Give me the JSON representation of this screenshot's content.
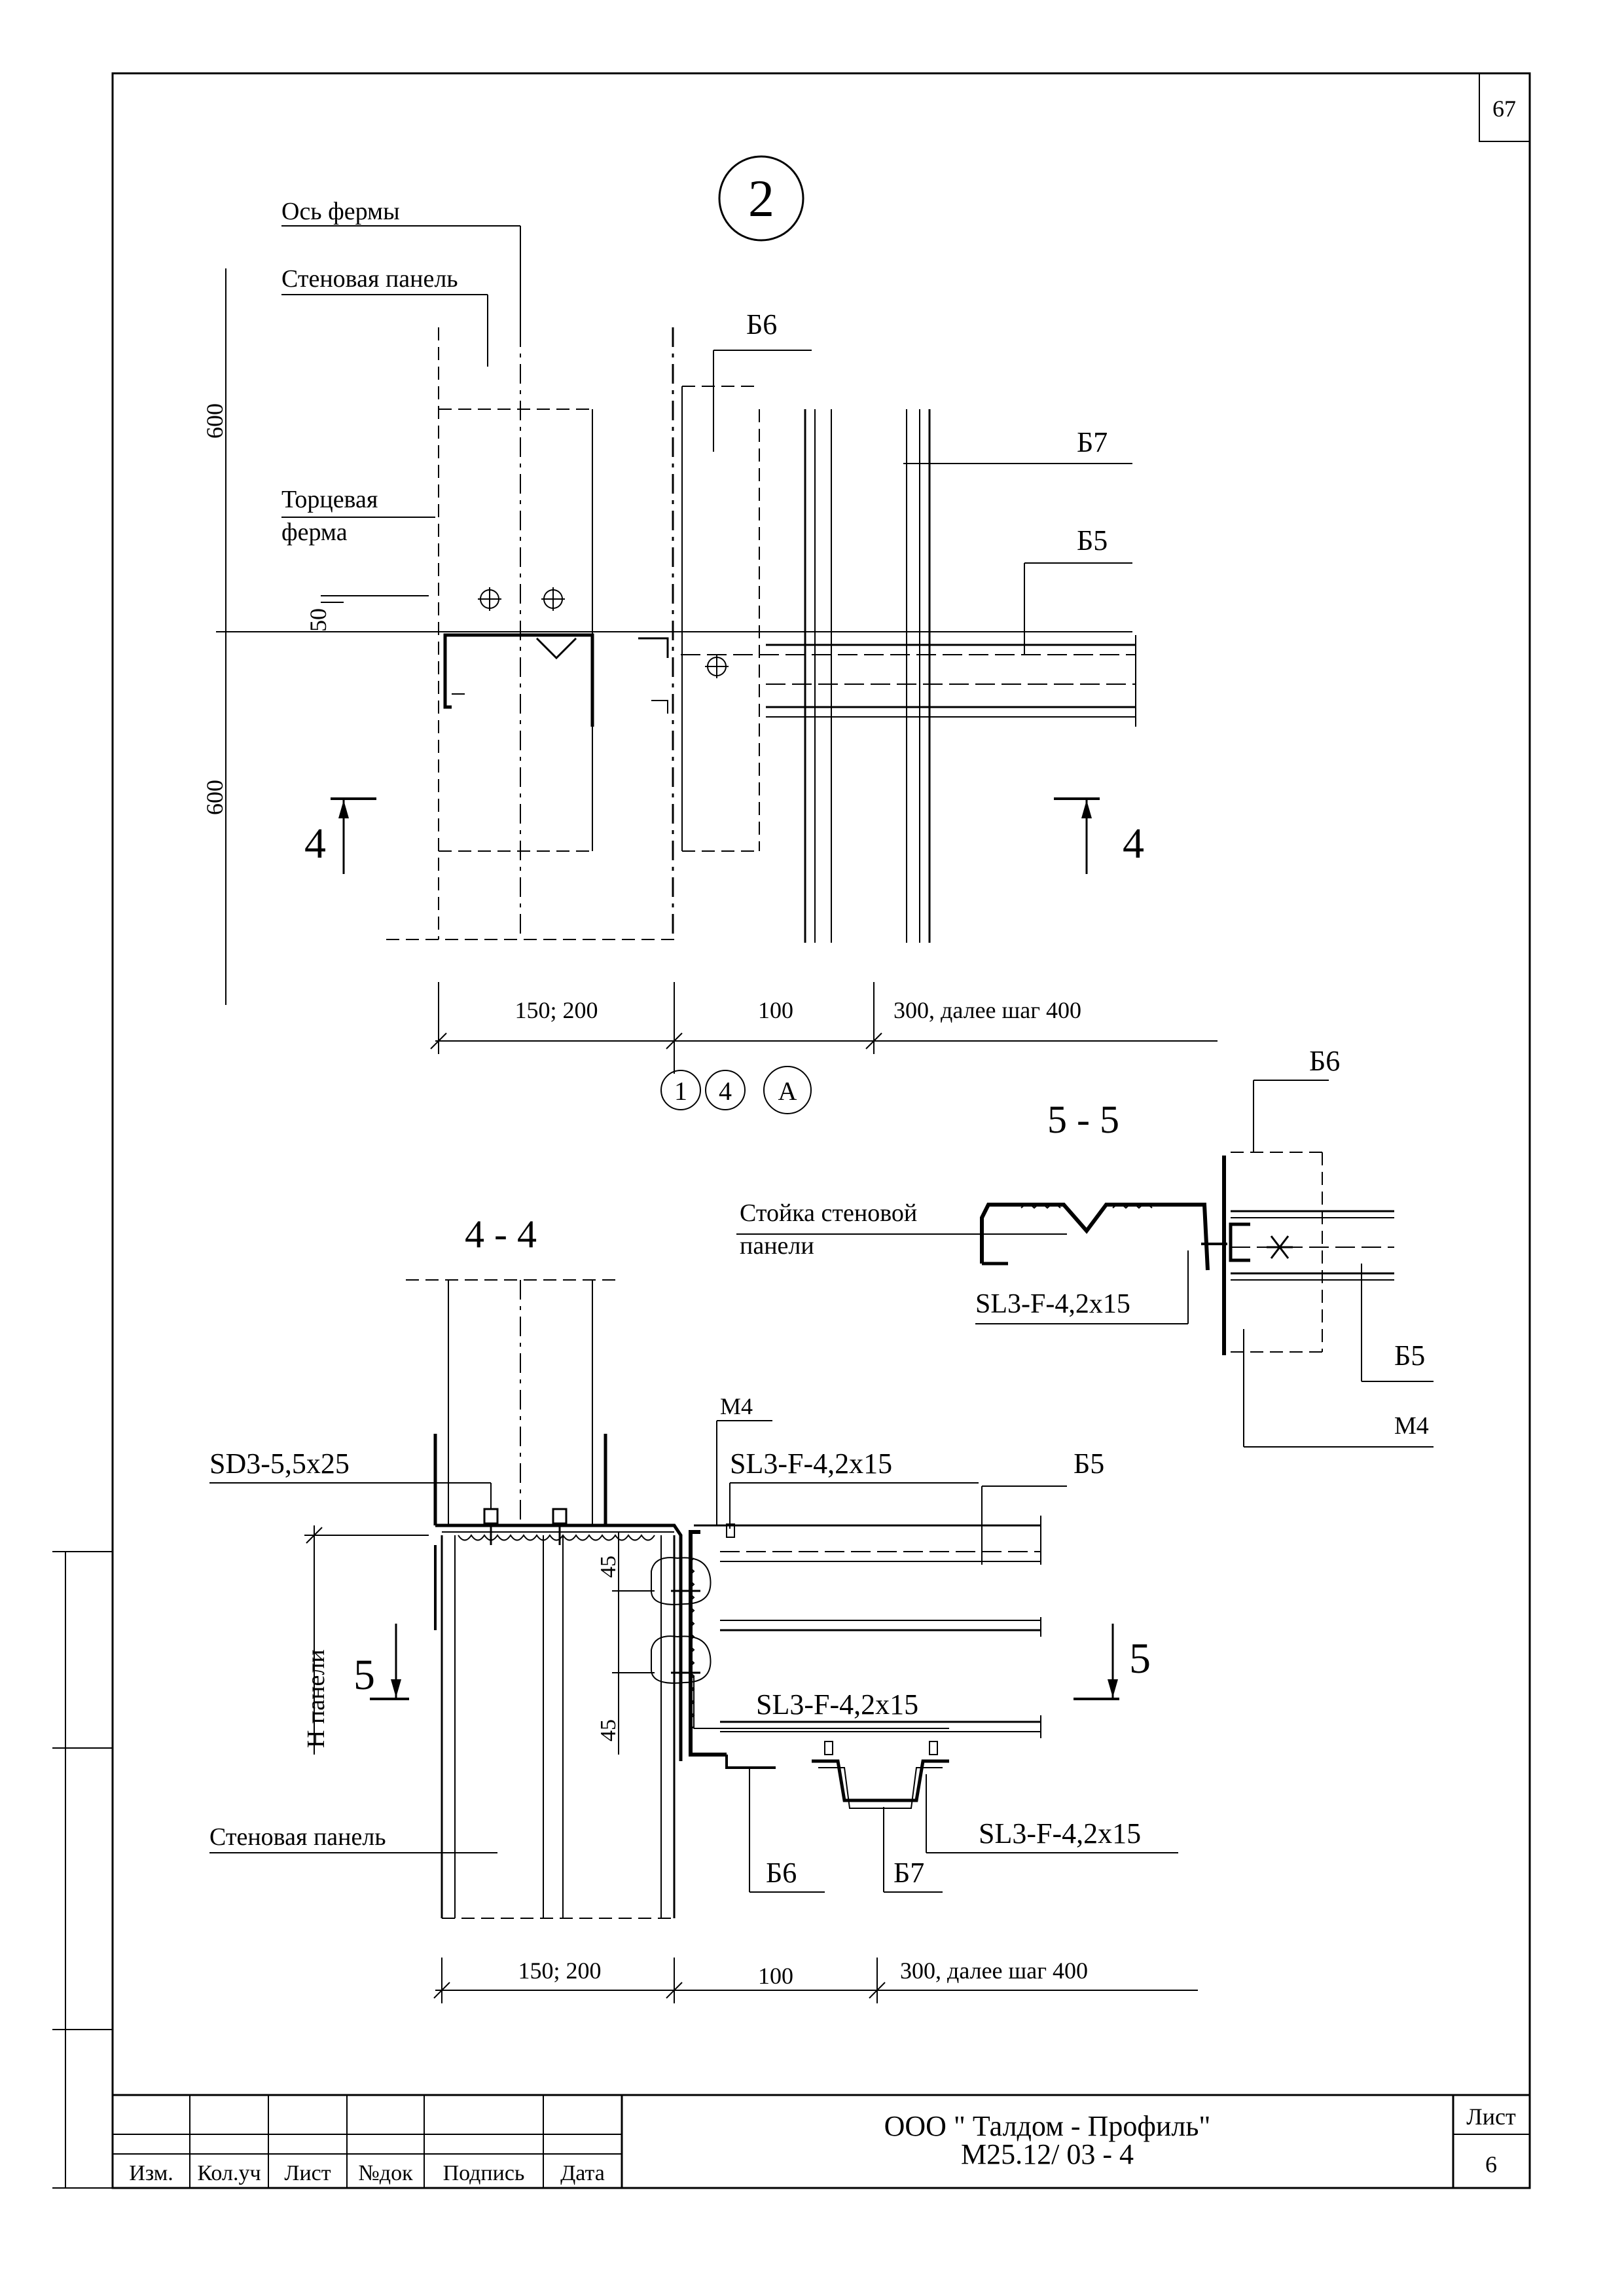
{
  "page_number": "67",
  "detail_marker": "2",
  "plan": {
    "label_truss_axis": "Ось фермы",
    "label_wall_panel": "Стеновая панель",
    "label_end_truss_1": "Торцевая",
    "label_end_truss_2": "ферма",
    "label_b6": "Б6",
    "label_b7": "Б7",
    "label_b5": "Б5",
    "dim_600_top": "600",
    "dim_50": "50",
    "dim_600_bottom": "600",
    "section_mark_left": "4",
    "section_mark_right": "4",
    "dim_150_200": "150; 200",
    "dim_100": "100",
    "dim_300": "300, далее шаг 400",
    "axis_1": "1",
    "axis_4": "4",
    "axis_a": "А"
  },
  "section_5_5": {
    "title": "5  -  5",
    "label_b6": "Б6",
    "label_post_1": "Стойка стеновой",
    "label_post_2": "панели",
    "label_screw": "SL3-F-4,2x15",
    "label_b5": "Б5",
    "label_m4": "М4"
  },
  "section_4_4": {
    "title": "4  -  4",
    "label_m4": "М4",
    "label_sd3": "SD3-5,5x25",
    "label_sl3_top": "SL3-F-4,2x15",
    "label_b5": "Б5",
    "dim_45_top": "45",
    "dim_45_bottom": "45",
    "label_h_panel": "Н панели",
    "section_mark_left": "5",
    "section_mark_right": "5",
    "label_sl3_mid": "SL3-F-4,2x15",
    "label_wall_panel": "Стеновая панель",
    "label_sl3_bottom": "SL3-F-4,2x15",
    "label_b6": "Б6",
    "label_b7": "Б7",
    "dim_150_200": "150; 200",
    "dim_100": "100",
    "dim_300": "300, далее шаг 400"
  },
  "title_block": {
    "col_headers": [
      "Изм.",
      "Кол.уч",
      "Лист",
      "№док",
      "Подпись",
      "Дата"
    ],
    "company": "ООО \" Талдом - Профиль\"",
    "doc_code": "М25.12/ 03 - 4",
    "sheet_label": "Лист",
    "sheet_number": "6"
  }
}
